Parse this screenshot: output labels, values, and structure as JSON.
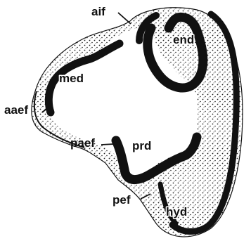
{
  "labels": {
    "aif": "aif",
    "end": "end",
    "med": "med",
    "aaef": "aaef",
    "paef": "paef",
    "prd": "prd",
    "pef": "pef",
    "hyd": "hyd"
  },
  "colors": {
    "ink": "#111111",
    "ectoderm_fill": "#ffffff",
    "stipple": "#222222"
  }
}
